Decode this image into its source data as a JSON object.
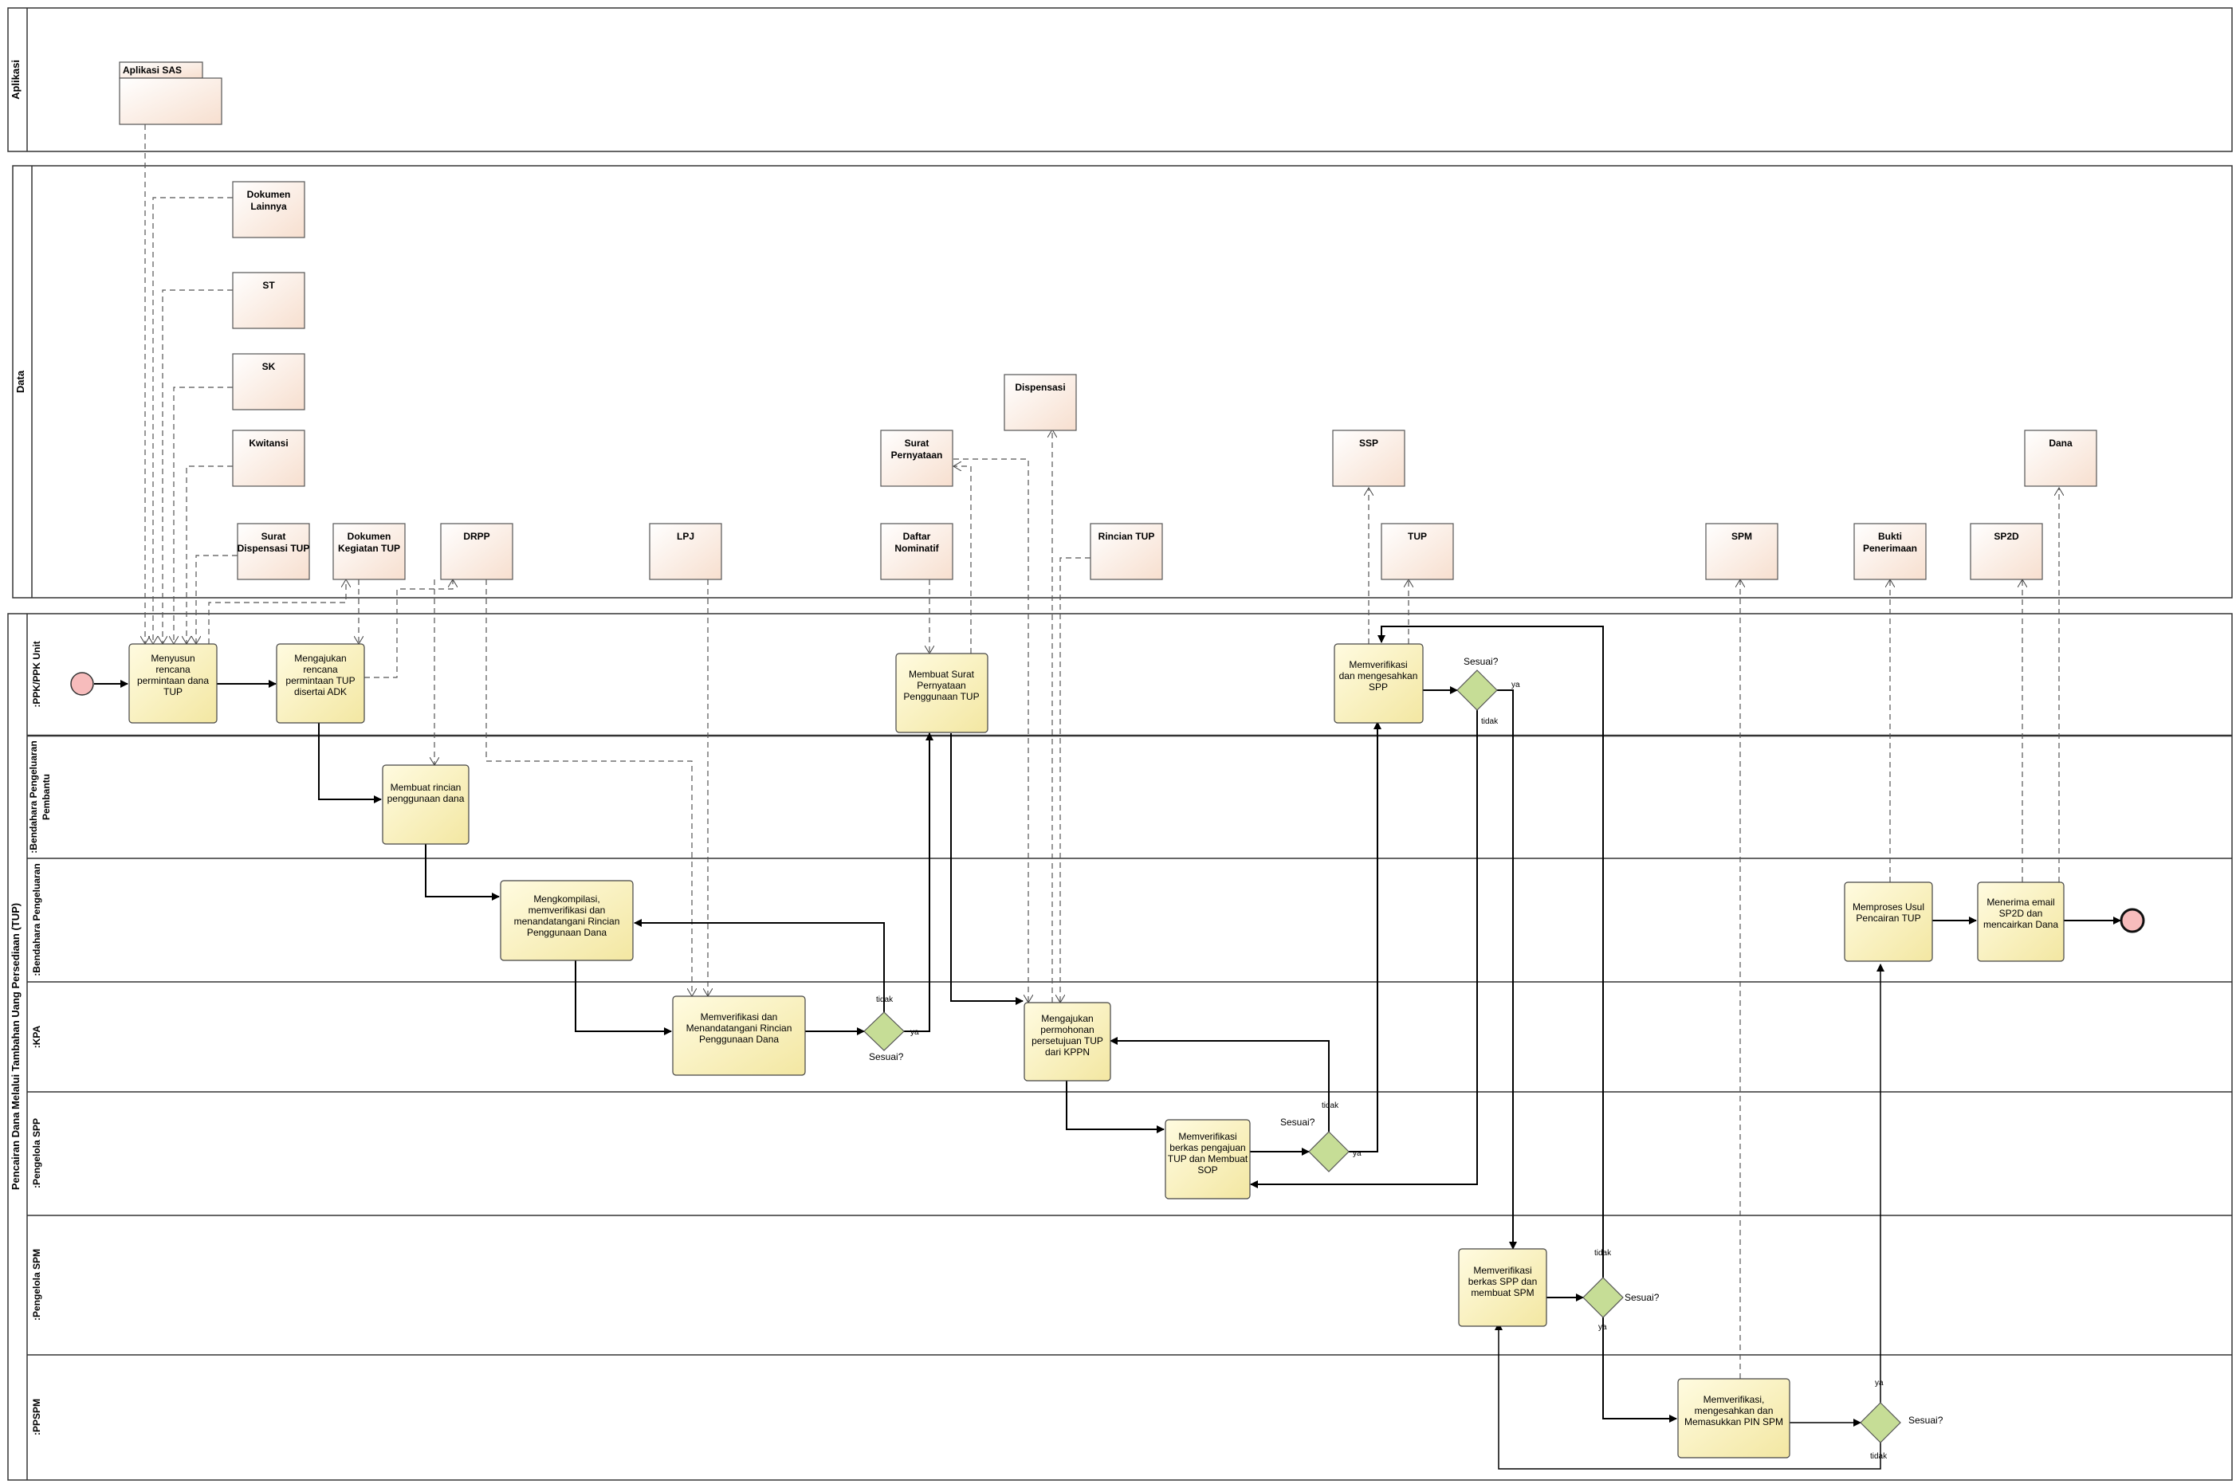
{
  "pools": {
    "aplikasi": "Aplikasi",
    "data": "Data",
    "process": "Pencairan Dana Melalui Tambahan Uang Persediaan (TUP)"
  },
  "lanes": {
    "ppk": ":PPK/PPK Unit",
    "bpp": ":Bendahara Pengeluaran Pembantu",
    "bp": ":Bendahara Pengeluaran",
    "kpa": ":KPA",
    "spp": ":Pengelola SPP",
    "spm": ":Pengelola SPM",
    "ppspm": ":PPSPM"
  },
  "app": {
    "name": "Aplikasi SAS"
  },
  "data_objects": {
    "dokumen_lainnya": "Dokumen Lainnya",
    "st": "ST",
    "sk": "SK",
    "kwitansi": "Kwitansi",
    "surat_dispensasi": "Surat Dispensasi TUP",
    "dokumen_kegiatan": "Dokumen Kegiatan TUP",
    "drpp": "DRPP",
    "lpj": "LPJ",
    "daftar_nominatif": "Daftar Nominatif",
    "surat_pernyataan": "Surat Pernyataan",
    "dispensasi": "Dispensasi",
    "rincian_tup": "Rincian TUP",
    "ssp": "SSP",
    "tup": "TUP",
    "spm": "SPM",
    "bukti_penerimaan": "Bukti Penerimaan",
    "sp2d": "SP2D",
    "dana": "Dana"
  },
  "tasks": {
    "t1": "Menyusun rencana permintaan dana TUP",
    "t2": "Mengajukan rencana permintaan TUP disertai ADK",
    "t3": "Membuat rincian penggunaan dana",
    "t4": "Mengkompilasi, memverifikasi dan menandatangani Rincian Penggunaan Dana",
    "t5": "Memverifikasi dan Menandatangani Rincian Penggunaan Dana",
    "t6": "Membuat Surat Pernyataan Penggunaan TUP",
    "t7": "Mengajukan permohonan persetujuan TUP dari KPPN",
    "t8": "Memverifikasi berkas pengajuan TUP dan Membuat SOP",
    "t9": "Memverifikasi dan mengesahkan SPP",
    "t10": "Memverifikasi berkas SPP dan membuat SPM",
    "t11": "Memverifikasi, mengesahkan dan Memasukkan PIN SPM",
    "t12": "Memproses Usul Pencairan TUP",
    "t13": "Menerima email SP2D dan mencairkan Dana"
  },
  "gateway_label": "Sesuai?",
  "flow_labels": {
    "yes": "ya",
    "no": "tidak"
  },
  "colors": {
    "task_fill": "#fdf6bd",
    "data_fill": "#fbeee5",
    "gateway_fill": "#c6dd96",
    "event_fill": "#f7bcbc",
    "line": "#000000"
  }
}
